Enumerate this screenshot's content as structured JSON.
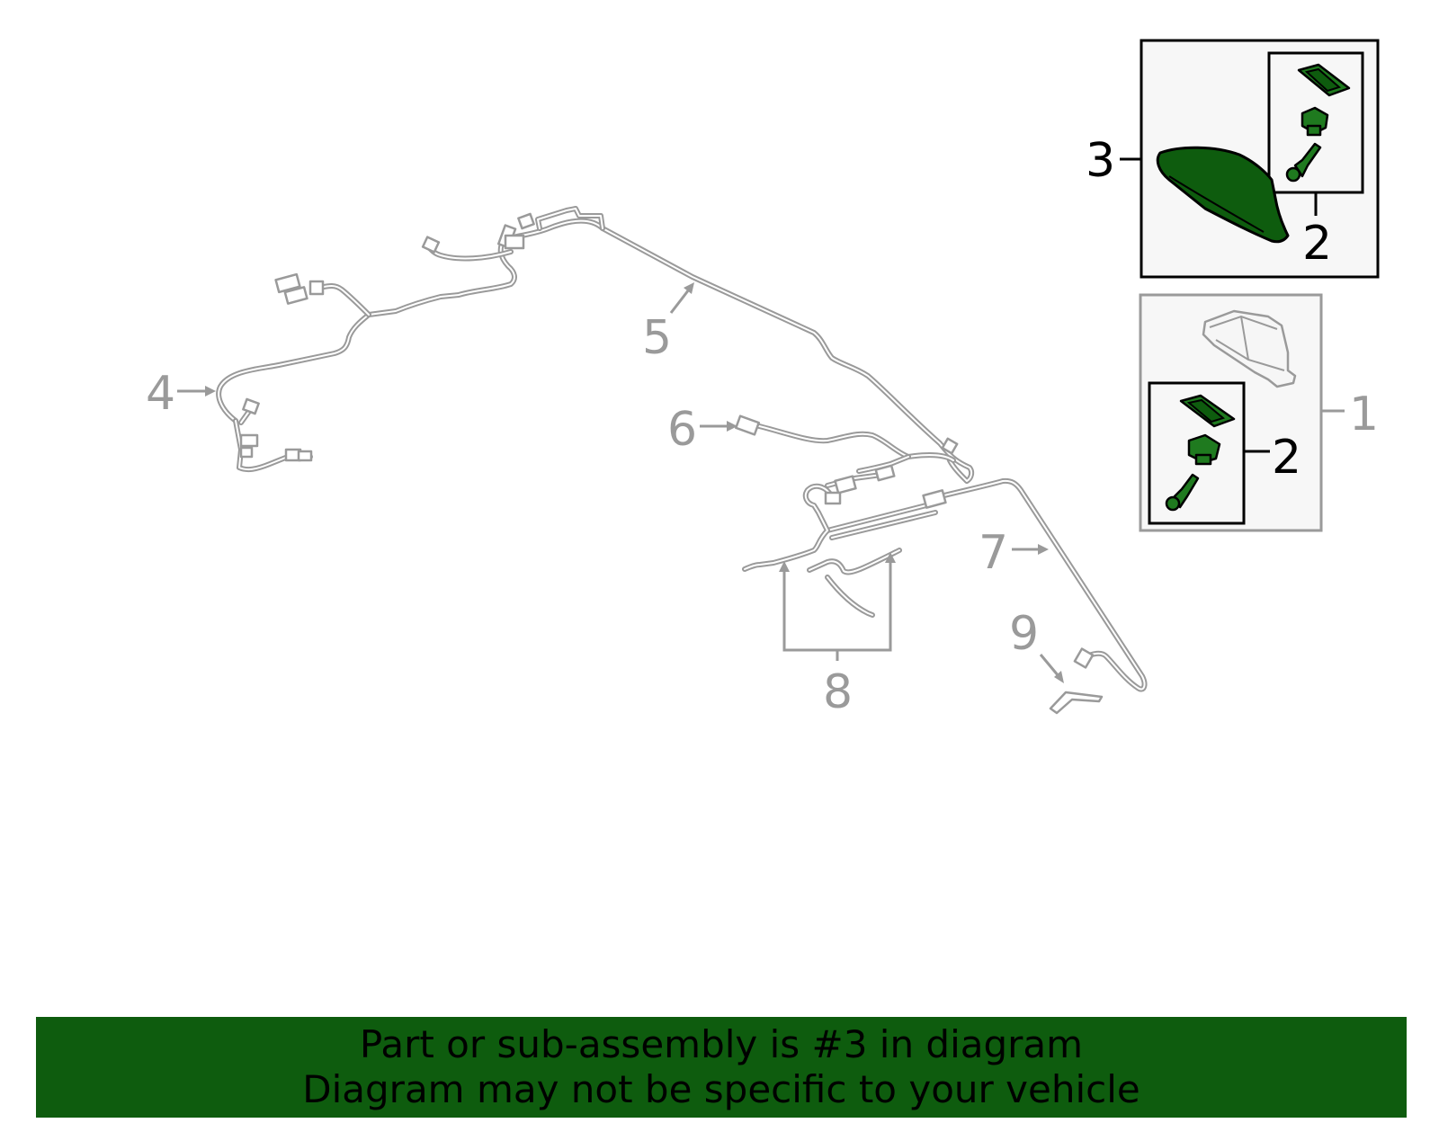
{
  "callouts": {
    "c1": "1",
    "c2a": "2",
    "c2b": "2",
    "c3": "3",
    "c4": "4",
    "c5": "5",
    "c6": "6",
    "c7": "7",
    "c8": "8",
    "c9": "9"
  },
  "banner": {
    "line1": "Part or sub-assembly is #3 in diagram",
    "line2": "Diagram may not be specific to your vehicle"
  },
  "colors": {
    "highlight": "#0e5c0e",
    "line_gray": "#9a9a9a",
    "text_black": "#000000",
    "background": "#ffffff"
  }
}
